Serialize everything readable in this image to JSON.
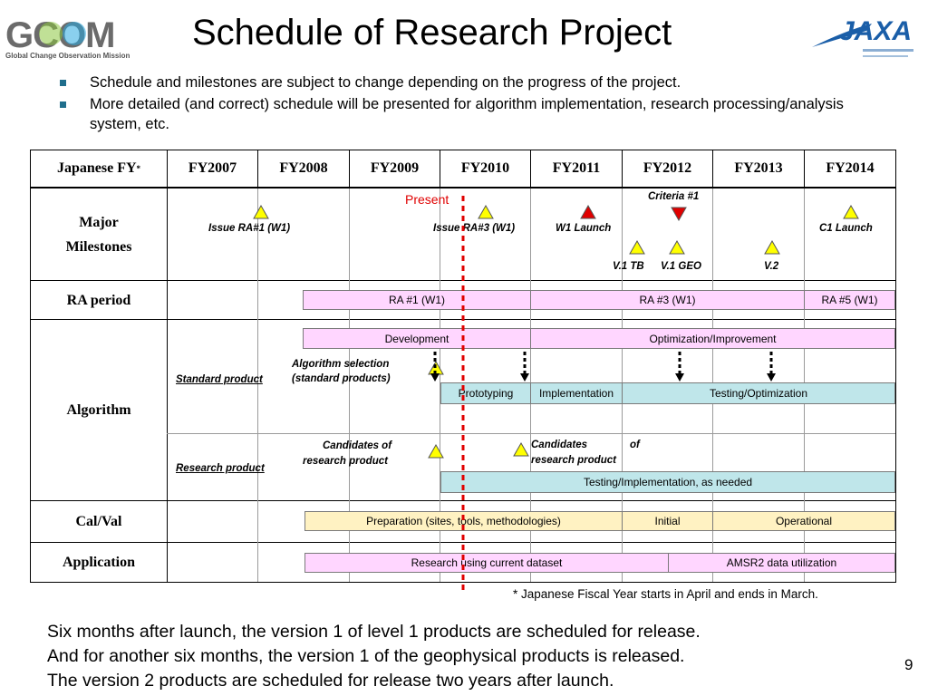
{
  "slide": {
    "title": "Schedule of Research Project",
    "page_number": "9",
    "footnote": "* Japanese Fiscal Year starts in April and ends in March."
  },
  "logos": {
    "left_text": "GCOM",
    "left_sub": "Global Change Observation Mission",
    "right_text": "JAXA"
  },
  "bullets": [
    "Schedule and milestones are subject to change depending on the progress of the project.",
    "More detailed (and correct) schedule will be presented for algorithm implementation, research processing/analysis system, etc."
  ],
  "table": {
    "corner_label": "Japanese FY",
    "corner_mark": "*",
    "years": [
      "FY2007",
      "FY2008",
      "FY2009",
      "FY2010",
      "FY2011",
      "FY2012",
      "FY2013",
      "FY2014"
    ],
    "rows": {
      "milestones": "Major Milestones",
      "ra_period": "RA period",
      "algorithm": "Algorithm",
      "calval": "Cal/Val",
      "application": "Application"
    }
  },
  "milestones": {
    "present": "Present",
    "criteria": "Criteria #1",
    "issue_ra1": "Issue RA#1 (W1)",
    "issue_ra3": "Issue RA#3 (W1)",
    "w1_launch": "W1 Launch",
    "c1_launch": "C1 Launch",
    "v1_tb": "V.1 TB",
    "v1_geo": "V.1 GEO",
    "v2": "V.2"
  },
  "ra_period": {
    "ra1": "RA #1 (W1)",
    "ra3": "RA #3 (W1)",
    "ra5": "RA #5 (W1)"
  },
  "algorithm": {
    "development": "Development",
    "optimization": "Optimization/Improvement",
    "selection_1": "Algorithm selection",
    "selection_2": "(standard products)",
    "standard_product": "Standard product",
    "prototyping": "Prototyping",
    "implementation": "Implementation",
    "testing_optimization": "Testing/Optimization",
    "candidates_1a": "Candidates of",
    "candidates_1b": "research product",
    "candidates_2a": "Candidates",
    "candidates_2b": "of",
    "candidates_2c": "research product",
    "research_product": "Research product",
    "testing_implementation": "Testing/Implementation, as needed"
  },
  "calval": {
    "preparation": "Preparation (sites, tools, methodologies)",
    "initial": "Initial",
    "operational": "Operational"
  },
  "application": {
    "research": "Research using current dataset",
    "amsr2": "AMSR2 data utilization"
  },
  "bottom_text": [
    "Six months after launch, the version 1 of level 1 products are scheduled for release.",
    "And for another six months, the version 1 of the geophysical products is released.",
    "The version 2 products are scheduled for release two years after launch."
  ],
  "colors": {
    "pink_bar": "#ffd6ff",
    "teal_bar": "#bfe6ea",
    "cream_bar": "#fff2c2",
    "present_line": "#e00000",
    "milestone_yellow": "#ffff00",
    "milestone_red": "#e00000",
    "bullet": "#1f6e8c"
  }
}
